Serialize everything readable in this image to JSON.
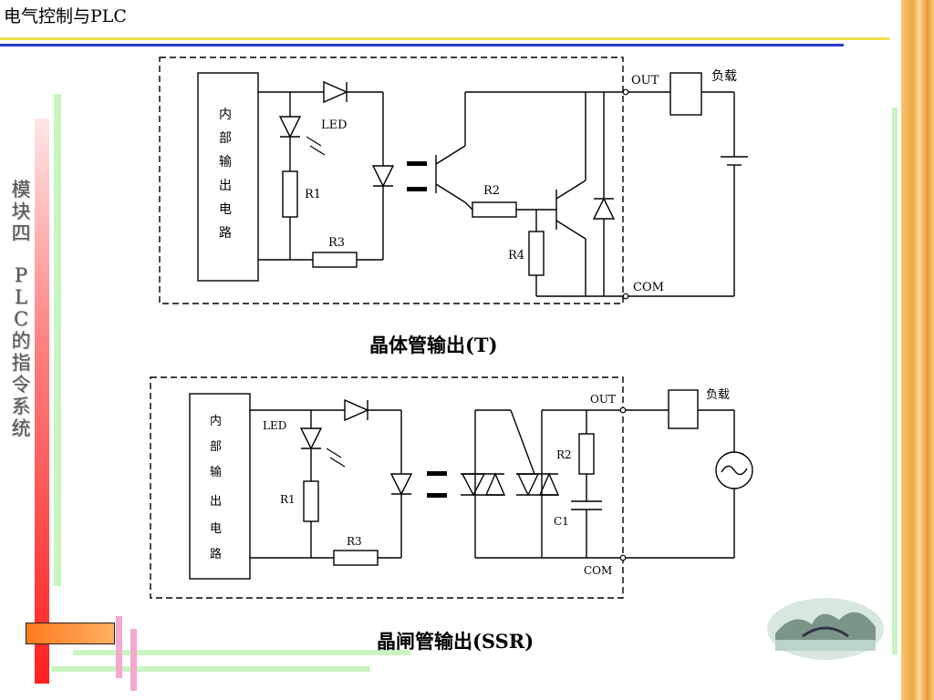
{
  "header": {
    "title": "电气控制与PLC"
  },
  "sidebar": {
    "vertical_title": [
      "模",
      "块",
      "四",
      "",
      "P",
      "L",
      "C",
      "的",
      "指",
      "令",
      "系",
      "统"
    ]
  },
  "diagram1": {
    "block_label": [
      "内",
      "部",
      "输",
      "出",
      "电",
      "路"
    ],
    "led_label": "LED",
    "r1": "R1",
    "r2": "R2",
    "r3": "R3",
    "r4": "R4",
    "out": "OUT",
    "com": "COM",
    "load": "负载",
    "caption": "晶体管输出(T)"
  },
  "diagram2": {
    "block_label": [
      "内",
      "部",
      "输",
      "出",
      "电",
      "路"
    ],
    "led_label": "LED",
    "r1": "R1",
    "r2": "R2",
    "r3": "R3",
    "c1": "C1",
    "out": "OUT",
    "com": "COM",
    "load": "负载",
    "caption": "晶闸管输出(SSR)"
  },
  "colors": {
    "yellow_rule": "#f2e14a",
    "blue_rule": "#2a3ccc",
    "red_bar": "#ff3333",
    "green_bar": "#c8f5c0",
    "pink_bar": "#f5a8d0"
  }
}
